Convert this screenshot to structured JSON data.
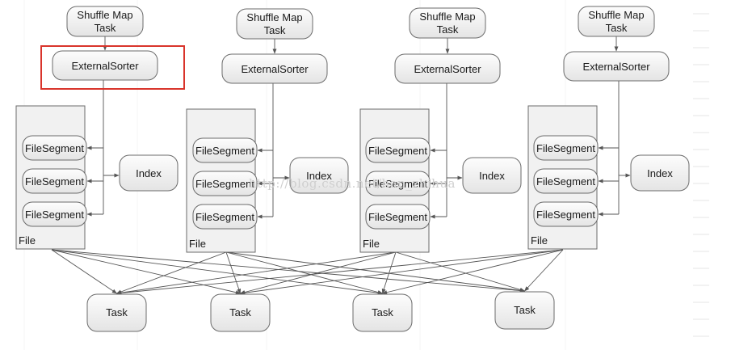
{
  "nodes": {
    "map_task_label": [
      "Shuffle Map",
      "Task"
    ],
    "sorter_label": "ExternalSorter",
    "segment_label": "FileSegment",
    "index_label": "Index",
    "file_label": "File",
    "reduce_task_label": "Task"
  },
  "groups": 4,
  "reduce_tasks": 4,
  "segments_per_file": 3,
  "watermark": "http://blog.csdn.net/han_zhihua",
  "colors": {
    "node_fill_top": "#fdfdfd",
    "node_fill_bottom": "#e4e4e4",
    "stroke": "#6b6b6b",
    "highlight": "#d9342b",
    "file_fill": "#f1f1f1"
  }
}
